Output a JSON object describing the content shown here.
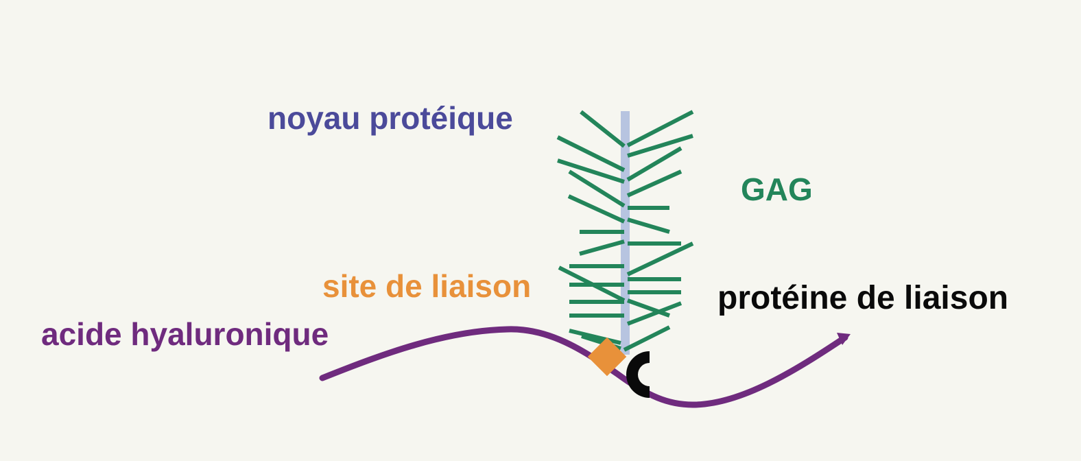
{
  "labels": {
    "core_protein": "noyau protéique",
    "gag": "GAG",
    "binding_site": "site de liaison",
    "link_protein": "protéine de liaison",
    "hyaluronic_acid": "acide hyaluronique"
  },
  "colors": {
    "background": "#f6f6f0",
    "core_protein": "#4b4a9a",
    "gag": "#23855a",
    "binding_site": "#e8913a",
    "link_protein": "#0a0a0a",
    "hyaluronic_acid": "#6f2b7e",
    "core_axis": "#b7c4e0"
  }
}
